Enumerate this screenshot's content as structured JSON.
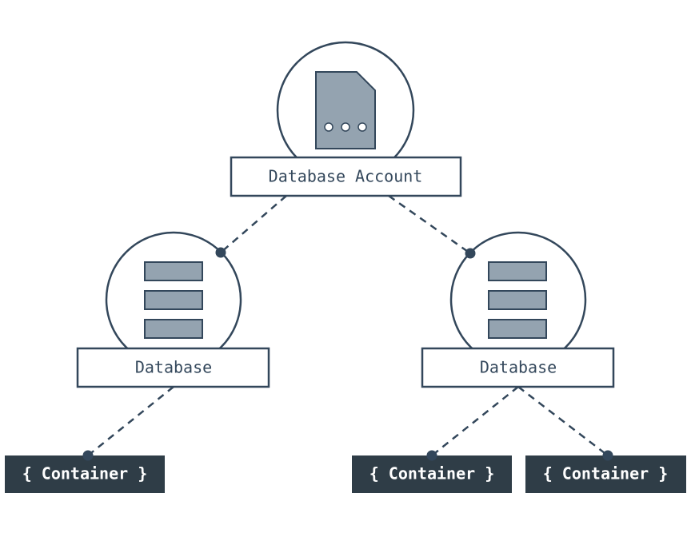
{
  "colors": {
    "stroke": "#33475b",
    "icon_fill": "#94a3b0",
    "container_fill": "#2f3d47",
    "container_text": "#ffffff",
    "background": "#ffffff"
  },
  "nodes": {
    "account": {
      "label": "Database Account",
      "icon": "document-icon"
    },
    "database_left": {
      "label": "Database",
      "icon": "database-icon"
    },
    "database_right": {
      "label": "Database",
      "icon": "database-icon"
    },
    "containers": [
      {
        "label": "{ Container }"
      },
      {
        "label": "{ Container }"
      },
      {
        "label": "{ Container }"
      }
    ]
  }
}
